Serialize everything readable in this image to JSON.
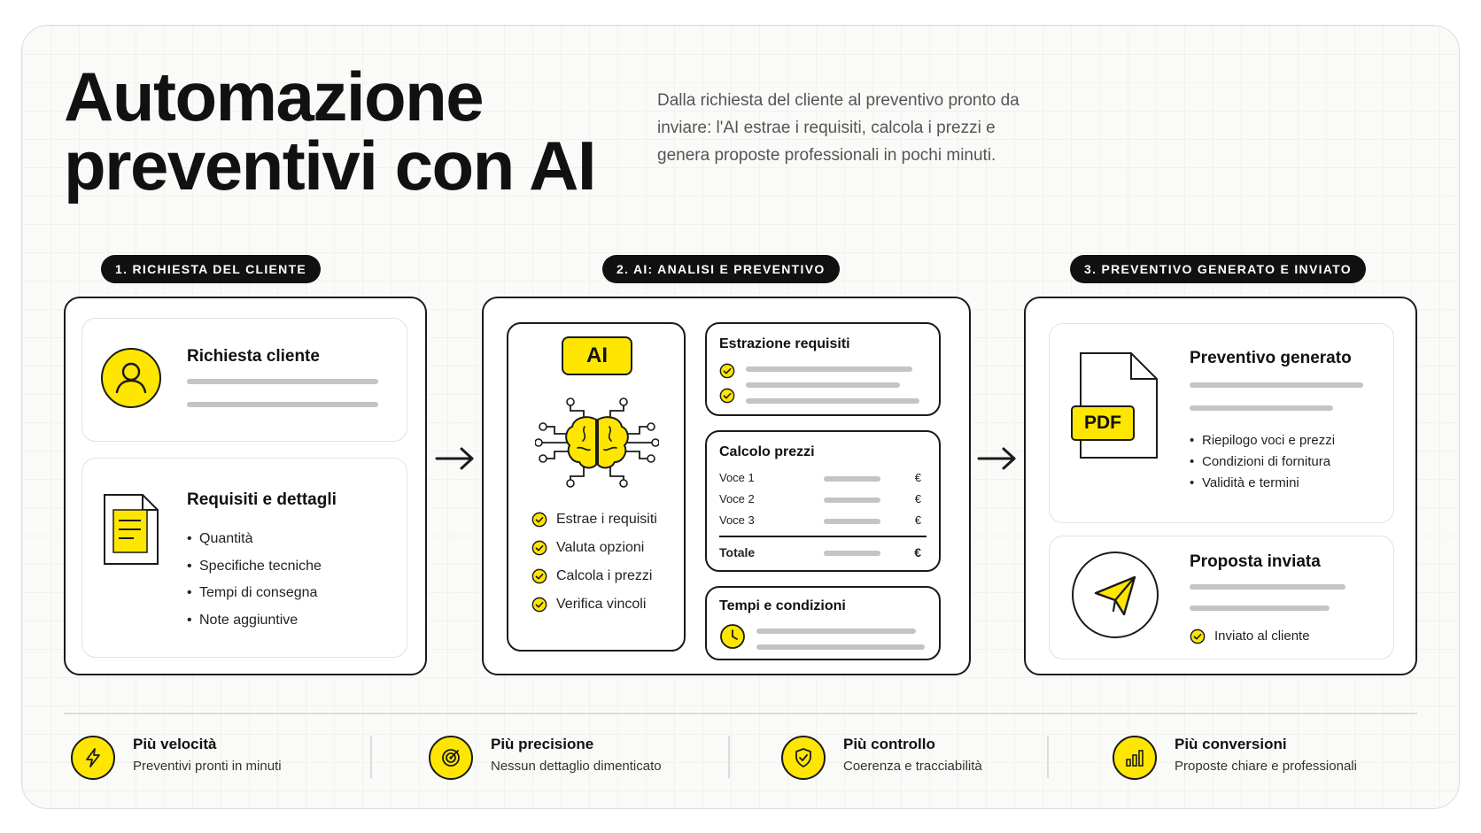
{
  "header": {
    "title_line1": "Automazione",
    "title_line2": "preventivi con AI",
    "subtitle": "Dalla richiesta del cliente al preventivo pronto da inviare: l'AI estrae i requisiti, calcola i prezzi e genera proposte professionali in pochi minuti."
  },
  "colors": {
    "accent": "#ffe600",
    "dark": "#111111",
    "bar": "#c4c4c4"
  },
  "steps": [
    {
      "label": "1. RICHIESTA DEL CLIENTE"
    },
    {
      "label": "2. AI: ANALISI E PREVENTIVO"
    },
    {
      "label": "3. PREVENTIVO GENERATO E INVIATO"
    }
  ],
  "step1": {
    "request": {
      "title": "Richiesta cliente",
      "icon": "user-icon"
    },
    "requirements": {
      "title": "Requisiti e dettagli",
      "icon": "document-icon",
      "items": [
        "Quantità",
        "Specifiche tecniche",
        "Tempi di consegna",
        "Note aggiuntive"
      ]
    }
  },
  "step2": {
    "ai_badge": "AI",
    "brain_icon": "brain-circuit-icon",
    "checks": [
      "Estrae i requisiti",
      "Valuta opzioni",
      "Calcola i prezzi",
      "Verifica vincoli"
    ],
    "extraction": {
      "title": "Estrazione requisiti"
    },
    "pricing": {
      "title": "Calcolo prezzi",
      "rows": [
        {
          "label": "Voce 1",
          "currency": "€"
        },
        {
          "label": "Voce 2",
          "currency": "€"
        },
        {
          "label": "Voce 3",
          "currency": "€"
        }
      ],
      "total": {
        "label": "Totale",
        "currency": "€"
      }
    },
    "terms": {
      "title": "Tempi e condizioni",
      "icon": "clock-icon"
    }
  },
  "step3": {
    "generated": {
      "title": "Preventivo generato",
      "pdf_label": "PDF",
      "items": [
        "Riepilogo voci e prezzi",
        "Condizioni di fornitura",
        "Validità e termini"
      ]
    },
    "sent": {
      "title": "Proposta inviata",
      "icon": "paper-plane-icon",
      "status": "Inviato al cliente"
    }
  },
  "benefits": [
    {
      "title": "Più velocità",
      "desc": "Preventivi pronti in minuti",
      "icon": "lightning-icon"
    },
    {
      "title": "Più precisione",
      "desc": "Nessun dettaglio dimenticato",
      "icon": "target-icon"
    },
    {
      "title": "Più controllo",
      "desc": "Coerenza e tracciabilità",
      "icon": "shield-check-icon"
    },
    {
      "title": "Più conversioni",
      "desc": "Proposte chiare e professionali",
      "icon": "bar-chart-icon"
    }
  ]
}
